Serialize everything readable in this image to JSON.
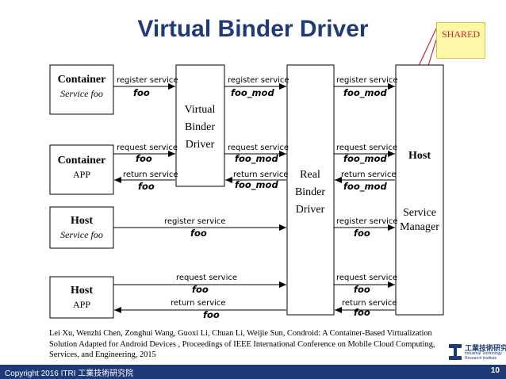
{
  "title": "Virtual Binder Driver",
  "shared_label": "SHARED",
  "boxes": {
    "container_service": {
      "title": "Container",
      "sub": "Service foo"
    },
    "container_app": {
      "title": "Container",
      "sub": "APP"
    },
    "host_service": {
      "title": "Host",
      "sub": "Service foo"
    },
    "host_app": {
      "title": "Host",
      "sub": "APP"
    },
    "virtual_binder": [
      "Virtual",
      "Binder",
      "Driver"
    ],
    "real_binder": [
      "Real",
      "Binder",
      "Driver"
    ],
    "host_service_manager": {
      "title": "Host",
      "sub": [
        "Service",
        "Manager"
      ]
    }
  },
  "arrow_labels": {
    "register_service": "register service",
    "request_service": "request service",
    "return_service": "return service",
    "foo": "foo",
    "foo_mod": "foo_mod"
  },
  "reference": "Lei Xu, Wenzhi Chen, Zonghui Wang, Guoxi Li, Chuan Li, Weijie Sun, Condroid: A Container-Based Virtualization Solution Adapted for Android Devices , Proceedings of IEEE International Conference on Mobile Cloud Computing, Services, and Engineering, 2015",
  "footer": {
    "copyright": "Copyright 2016 ITRI 工業技術研究院",
    "page": "10"
  },
  "logo": {
    "cn": "工業技術研究院",
    "en": [
      "Industrial Technology",
      "Research Institute"
    ]
  },
  "colors": {
    "title": "#1f3a78",
    "footer": "#1f3a78",
    "shared_bg": "#fdf7a8",
    "shared_text": "#c8282d",
    "callout_line": "#c8282d"
  }
}
